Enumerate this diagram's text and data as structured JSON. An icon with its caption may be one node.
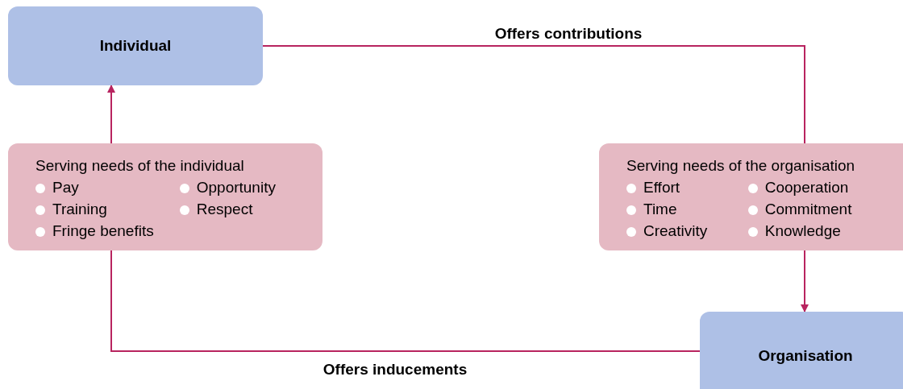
{
  "diagram": {
    "nodes": [
      {
        "text": [
          "Individual"
        ]
      },
      {
        "text": [
          "Serving needs of the individual",
          "Pay",
          "Training",
          "Fringe benefits",
          "Opportunity",
          "Respect"
        ]
      },
      {
        "text": [
          "Serving needs of the organisation",
          "Effort",
          "Time",
          "Creativity",
          "Cooperation",
          "Commitment",
          "Knowledge"
        ]
      },
      {
        "text": [
          "Organisation"
        ]
      }
    ],
    "edges": [
      {
        "from": 0,
        "to": 2,
        "arrow": "none",
        "label": "Offers contributions"
      },
      {
        "from": 2,
        "to": 3,
        "arrow": "to"
      },
      {
        "from": 3,
        "to": 1,
        "arrow": "none",
        "label": "Offers inducements"
      },
      {
        "from": 1,
        "to": 0,
        "arrow": "to"
      }
    ]
  }
}
